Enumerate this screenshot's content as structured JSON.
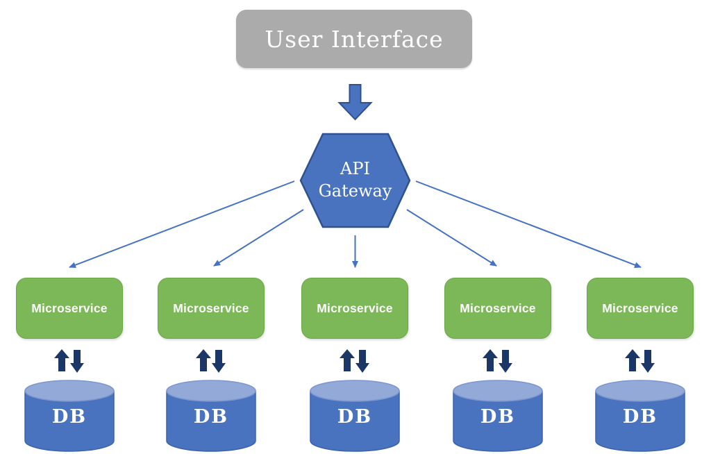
{
  "diagram": {
    "title": "User Interface",
    "gateway": {
      "line1": "API",
      "line2": "Gateway"
    },
    "services": [
      {
        "label": "Microservice",
        "db_label": "DB"
      },
      {
        "label": "Microservice",
        "db_label": "DB"
      },
      {
        "label": "Microservice",
        "db_label": "DB"
      },
      {
        "label": "Microservice",
        "db_label": "DB"
      },
      {
        "label": "Microservice",
        "db_label": "DB"
      }
    ]
  },
  "colors": {
    "gray_box": "#ABABAB",
    "node_blue": "#4A73BF",
    "blue_border": "#2F528F",
    "connector_blue": "#4472C4",
    "green": "#7CB857",
    "green_border": "#68A744",
    "navy": "#1B3768",
    "cylinder_top": "#93A9D8",
    "cyl_border": "#3A62B0",
    "cyl_top_border": "#7D96CF",
    "text_white": "#FFFFFF"
  }
}
